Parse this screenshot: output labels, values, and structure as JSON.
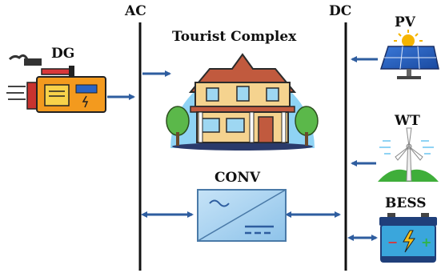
{
  "buses": {
    "ac_label": "AC",
    "dc_label": "DC"
  },
  "load": {
    "label": "Tourist Complex"
  },
  "generator": {
    "label": "DG"
  },
  "converter": {
    "label": "CONV"
  },
  "pv": {
    "label": "PV"
  },
  "wind": {
    "label": "WT"
  },
  "battery": {
    "label": "BESS",
    "minus_symbol": "−",
    "plus_symbol": "+"
  },
  "colors": {
    "arrow": "#2e5d9f",
    "bus": "#111111",
    "house_sky": "#8fd3f4",
    "generator": "#f39a1e",
    "pv_panel": "#1e57b8",
    "battery_body": "#3aa6dc",
    "converter_body": "#a9d1ef"
  }
}
